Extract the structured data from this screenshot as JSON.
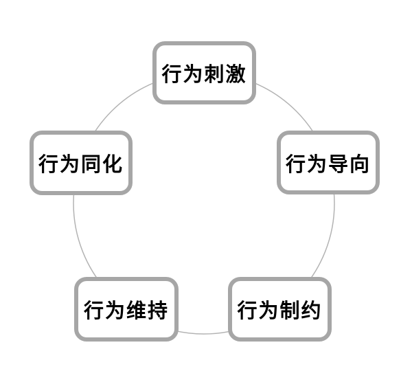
{
  "diagram": {
    "type": "cycle",
    "colors": {
      "node_border": "#a6a6a6",
      "node_fill": "#ffffff",
      "circle_stroke": "#b3b3b3",
      "text": "#000000"
    },
    "nodes": [
      {
        "id": "behavior-stimulus",
        "label": "行为刺激",
        "position": "top"
      },
      {
        "id": "behavior-orientation",
        "label": "行为导向",
        "position": "right"
      },
      {
        "id": "behavior-constraint",
        "label": "行为制约",
        "position": "bottom-right"
      },
      {
        "id": "behavior-maintenance",
        "label": "行为维持",
        "position": "bottom-left"
      },
      {
        "id": "behavior-assimilation",
        "label": "行为同化",
        "position": "left"
      }
    ]
  }
}
